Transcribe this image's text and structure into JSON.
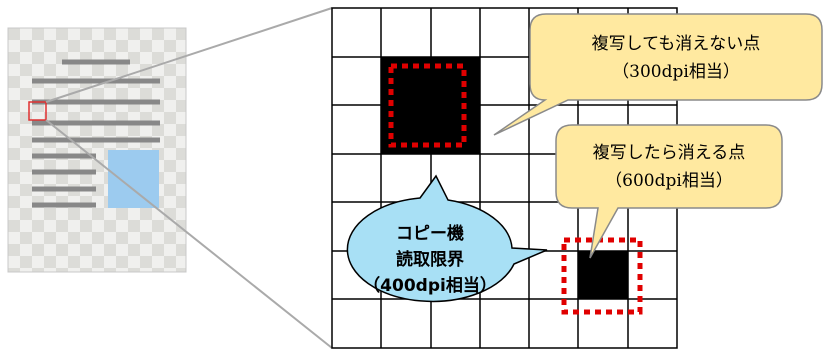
{
  "callouts": {
    "persistent": {
      "line1": "複写しても消えない点",
      "line2": "（300dpi相当）"
    },
    "vanishing": {
      "line1": "複写したら消える点",
      "line2": "（600dpi相当）"
    }
  },
  "copier_bubble": {
    "line1": "コピー機",
    "line2": "読取限界",
    "line3": "（400dpi相当）"
  },
  "colors": {
    "callout_fill": "#FFE9A0",
    "bubble_fill": "#A8E0F5",
    "dot_fill": "#000000",
    "dotted_outline": "#E00000",
    "doc_image": "#9CCBEF",
    "doc_lines": "#888888",
    "zoom_lines": "#AAAAAA"
  }
}
